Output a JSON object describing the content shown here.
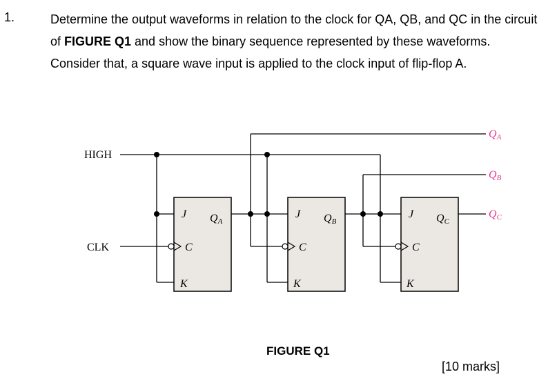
{
  "question": {
    "number": "1.",
    "text_part1": "Determine the output waveforms in relation to the clock for QA, QB, and QC in the circuit of ",
    "figure_ref": "FIGURE Q1",
    "text_part2": " and show the binary sequence represented by these waveforms. Consider that, a square wave input is applied to the clock input of flip-flop A.",
    "marks": "[10 marks]"
  },
  "figure": {
    "caption": "FIGURE Q1",
    "inputs": {
      "high": "HIGH",
      "clk": "CLK"
    },
    "flipflops": [
      {
        "j": "J",
        "k": "K",
        "c": "C",
        "q": "Q",
        "q_sub": "A"
      },
      {
        "j": "J",
        "k": "K",
        "c": "C",
        "q": "Q",
        "q_sub": "B"
      },
      {
        "j": "J",
        "k": "K",
        "c": "C",
        "q": "Q",
        "q_sub": "C"
      }
    ],
    "outputs": [
      {
        "q": "Q",
        "sub": "A"
      },
      {
        "q": "Q",
        "sub": "B"
      },
      {
        "q": "Q",
        "sub": "C"
      }
    ],
    "colors": {
      "box_fill": "#ebe8e3",
      "wire": "#000000",
      "output_label": "#e8358c"
    }
  }
}
